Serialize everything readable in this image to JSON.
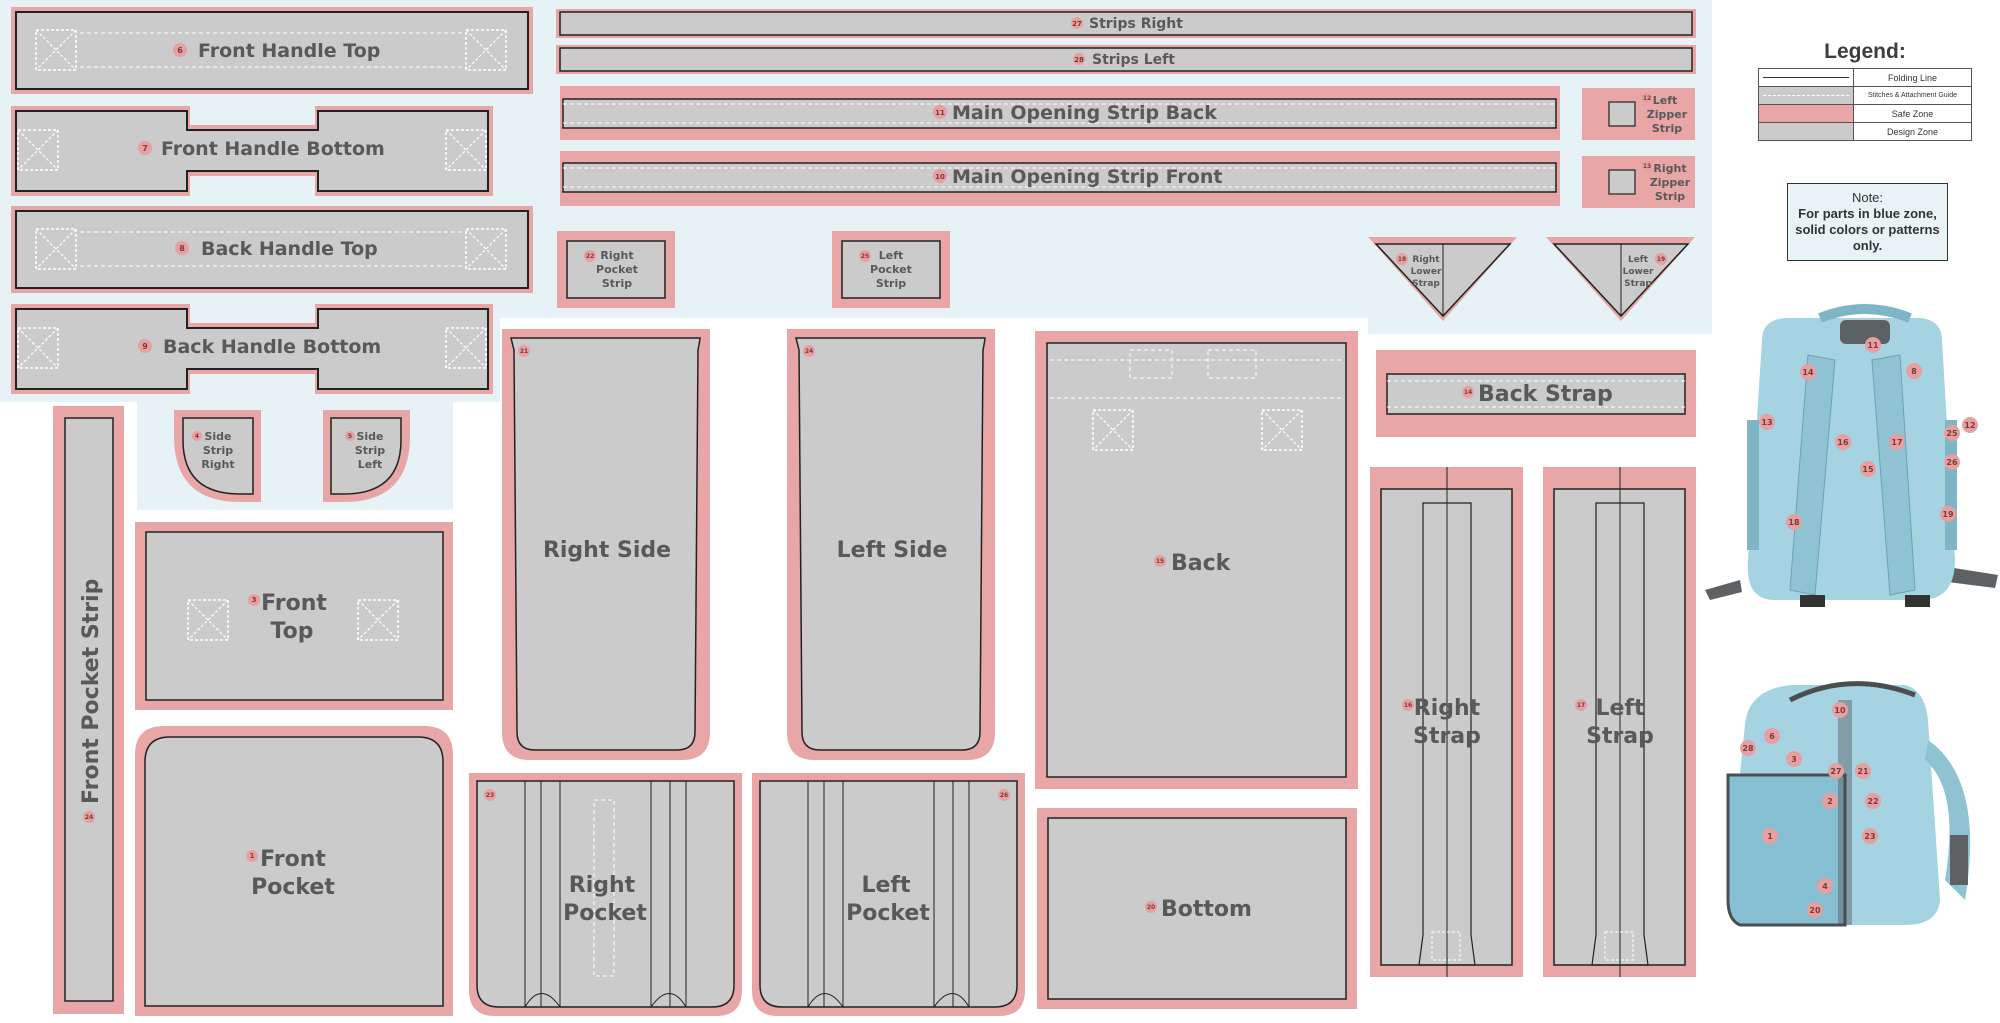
{
  "legend": {
    "title": "Legend:",
    "rows": [
      {
        "label": "Folding Line",
        "swatch": "folding-line"
      },
      {
        "label": "Stitches & Attachment Guide",
        "swatch": "stitch-guide"
      },
      {
        "label": "Safe Zone",
        "swatch": "safe-zone"
      },
      {
        "label": "Design Zone",
        "swatch": "design-zone"
      }
    ]
  },
  "note": {
    "title": "Note:",
    "text": "For parts in blue zone, solid colors or patterns only."
  },
  "colors": {
    "safe_zone": "#e8a6a6",
    "design_zone": "#cbcbcb",
    "blue_zone": "#e7f2f6",
    "outline": "#222222",
    "bag": "#a5d3e2",
    "bag_dark": "#5d6164"
  },
  "parts": [
    {
      "num": "1",
      "label": "Front Pocket"
    },
    {
      "num": "3",
      "label": "Front Top"
    },
    {
      "num": "4",
      "label": "Side Strip Right"
    },
    {
      "num": "5",
      "label": "Side Strip Left"
    },
    {
      "num": "6",
      "label": "Front Handle Top"
    },
    {
      "num": "7",
      "label": "Front Handle Bottom"
    },
    {
      "num": "8",
      "label": "Back Handle Top"
    },
    {
      "num": "9",
      "label": "Back Handle Bottom"
    },
    {
      "num": "10",
      "label": "Main Opening Strip Front"
    },
    {
      "num": "11",
      "label": "Main Opening Strip Back"
    },
    {
      "num": "12",
      "label": "Left Zipper Strip"
    },
    {
      "num": "13",
      "label": "Right Zipper Strip"
    },
    {
      "num": "14",
      "label": "Back Strap"
    },
    {
      "num": "15",
      "label": "Back"
    },
    {
      "num": "16",
      "label": "Right Strap"
    },
    {
      "num": "17",
      "label": "Left Strap"
    },
    {
      "num": "18",
      "label": "Right Lower Strap"
    },
    {
      "num": "19",
      "label": "Left Lower Strap"
    },
    {
      "num": "20",
      "label": "Bottom"
    },
    {
      "num": "21",
      "label": "Right Side"
    },
    {
      "num": "22",
      "label": "Right Pocket Strip"
    },
    {
      "num": "23",
      "label": "Right Pocket"
    },
    {
      "num": "24",
      "label": "Left Side"
    },
    {
      "num": "25",
      "label": "Left Pocket Strip"
    },
    {
      "num": "26",
      "label": "Left Pocket"
    },
    {
      "num": "27",
      "label": "Strips Right"
    },
    {
      "num": "28",
      "label": "Strips Left"
    },
    {
      "num": "24",
      "label": "Front Pocket Strip"
    }
  ],
  "back_view_markers": [
    "11",
    "14",
    "8",
    "13",
    "12",
    "16",
    "17",
    "25",
    "15",
    "26",
    "18",
    "19"
  ],
  "front_view_markers": [
    "10",
    "6",
    "28",
    "3",
    "27",
    "21",
    "2",
    "22",
    "1",
    "23",
    "4",
    "20"
  ]
}
